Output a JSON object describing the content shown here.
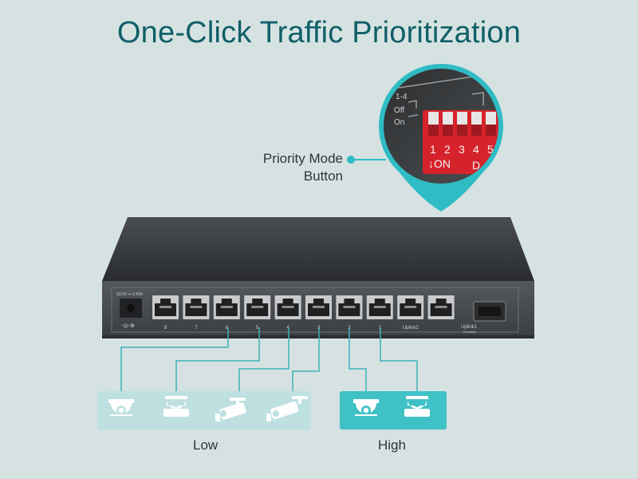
{
  "title": "One-Click Traffic Prioritization",
  "callout": {
    "line1": "Priority Mode",
    "line2": "Button"
  },
  "dip_switch": {
    "label_top": "1-4",
    "label_off": "Off",
    "label_on": "On",
    "numbers": [
      "1",
      "2",
      "3",
      "4",
      "5"
    ],
    "on_text": "↓ON",
    "extra_text": "D"
  },
  "switch_device": {
    "power_spec": "53.5V ⎓ 2.43A",
    "ports": [
      "8",
      "7",
      "6",
      "5",
      "4",
      "3",
      "2",
      "1"
    ],
    "uplink2": "Uplink2",
    "uplink1": "Uplink1",
    "uplink1_sub": "(Combo)"
  },
  "groups": {
    "low": {
      "label": "Low",
      "devices": [
        "dome-camera-icon",
        "dome-camera-icon",
        "bullet-camera-icon",
        "bullet-camera-icon"
      ]
    },
    "high": {
      "label": "High",
      "devices": [
        "dome-camera-icon",
        "dome-camera-icon"
      ]
    }
  },
  "colors": {
    "accent": "#2fbcc4",
    "title": "#0f5f66",
    "low_panel": "#bfe0e0",
    "high_panel": "#3fc1c6",
    "device_body": "#3a3d40",
    "dip_red": "#d6232b"
  }
}
